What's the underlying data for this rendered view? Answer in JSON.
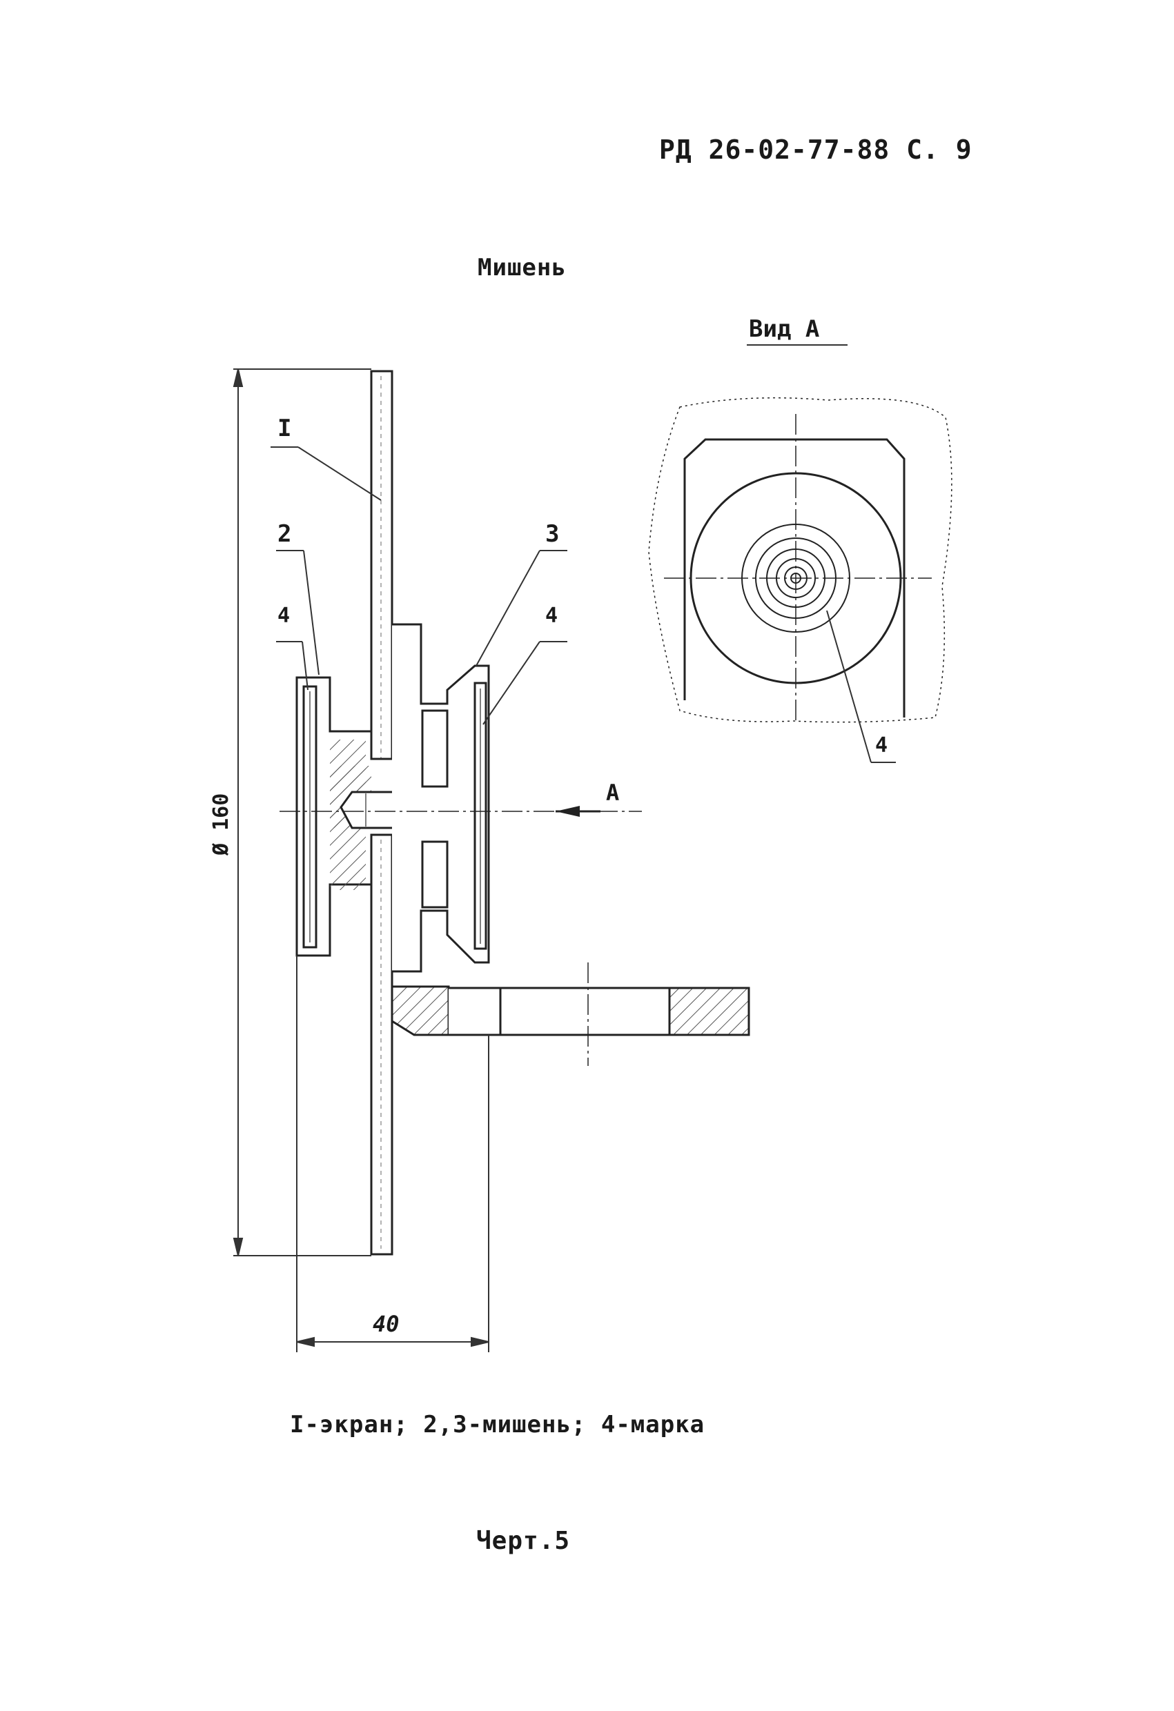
{
  "header": {
    "doc_code": "РД 26-02-77-88 С. 9"
  },
  "drawing": {
    "title": "Мишень",
    "view_label": "Вид А",
    "arrow_label": "А",
    "callouts": {
      "c1": "I",
      "c2": "2",
      "c3": "3",
      "c4_left": "4",
      "c4_right": "4",
      "c4_view": "4"
    },
    "dimensions": {
      "diameter": "Ø 160",
      "width": "40"
    }
  },
  "caption": "I-экран; 2,3-мишень; 4-марка",
  "figure_number": "Черт.5"
}
